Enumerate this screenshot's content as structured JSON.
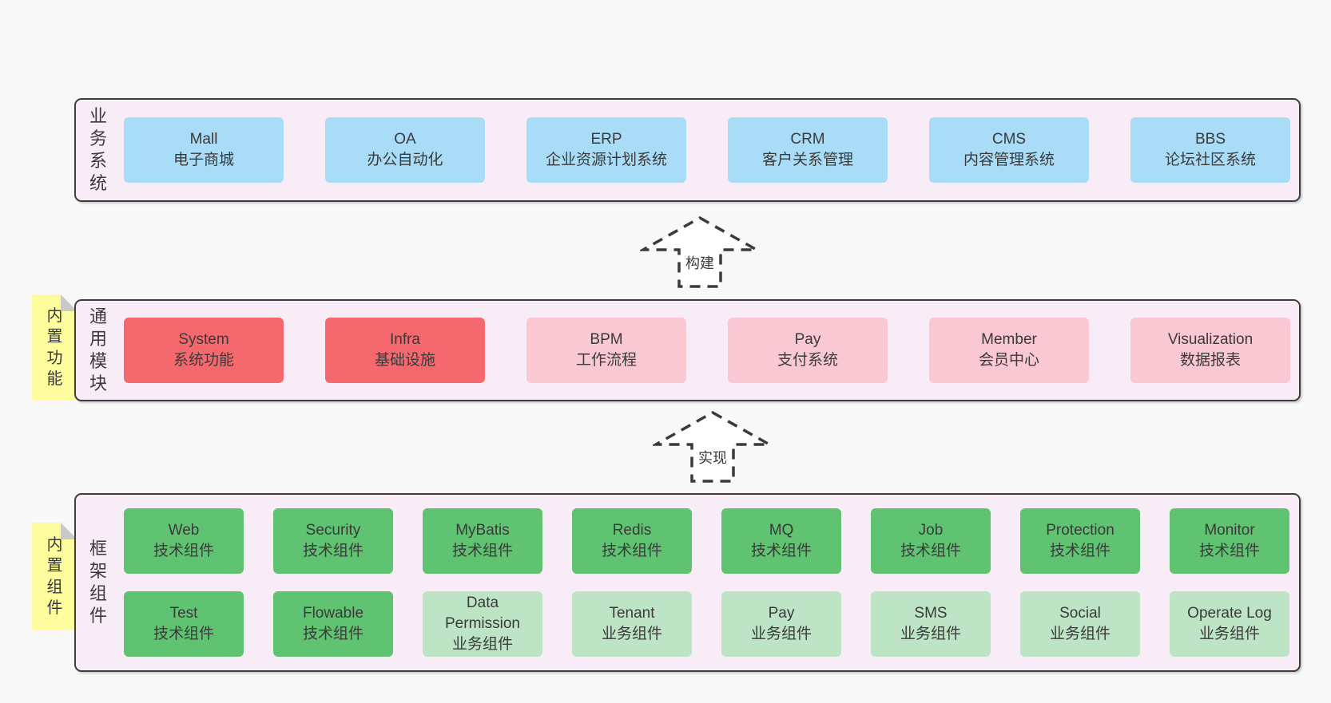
{
  "colors": {
    "page_bg": "#f8f8f8",
    "panel_bg": "#f8edf6",
    "panel_border": "#3d3d3d",
    "blue": "#a9dcf7",
    "red": "#f5696e",
    "pink": "#f9c8d2",
    "green_dark": "#5fc372",
    "green_light": "#bde5c5",
    "yellow": "#fdfd9e",
    "fold": "#c9c9c9",
    "text": "#3a3a3a",
    "arrow": "#3a3a3a"
  },
  "business": {
    "label": "业务系统",
    "boxes": [
      {
        "en": "Mall",
        "zh": "电子商城"
      },
      {
        "en": "OA",
        "zh": "办公自动化"
      },
      {
        "en": "ERP",
        "zh": "企业资源计划系统"
      },
      {
        "en": "CRM",
        "zh": "客户关系管理"
      },
      {
        "en": "CMS",
        "zh": "内容管理系统"
      },
      {
        "en": "BBS",
        "zh": "论坛社区系统"
      }
    ]
  },
  "arrows": {
    "build": "构建",
    "implement": "实现"
  },
  "modules": {
    "label": "通用模块",
    "sticky": "内置功能",
    "boxes": [
      {
        "en": "System",
        "zh": "系统功能"
      },
      {
        "en": "Infra",
        "zh": "基础设施"
      },
      {
        "en": "BPM",
        "zh": "工作流程"
      },
      {
        "en": "Pay",
        "zh": "支付系统"
      },
      {
        "en": "Member",
        "zh": "会员中心"
      },
      {
        "en": "Visualization",
        "zh": "数据报表"
      }
    ]
  },
  "components": {
    "label": "框架组件",
    "sticky": "内置组件",
    "row1": [
      {
        "en": "Web",
        "zh": "技术组件"
      },
      {
        "en": "Security",
        "zh": "技术组件"
      },
      {
        "en": "MyBatis",
        "zh": "技术组件"
      },
      {
        "en": "Redis",
        "zh": "技术组件"
      },
      {
        "en": "MQ",
        "zh": "技术组件"
      },
      {
        "en": "Job",
        "zh": "技术组件"
      },
      {
        "en": "Protection",
        "zh": "技术组件"
      },
      {
        "en": "Monitor",
        "zh": "技术组件"
      }
    ],
    "row2": [
      {
        "en": "Test",
        "zh": "技术组件"
      },
      {
        "en": "Flowable",
        "zh": "技术组件"
      },
      {
        "en": "Data Permission",
        "zh": "业务组件"
      },
      {
        "en": "Tenant",
        "zh": "业务组件"
      },
      {
        "en": "Pay",
        "zh": "业务组件"
      },
      {
        "en": "SMS",
        "zh": "业务组件"
      },
      {
        "en": "Social",
        "zh": "业务组件"
      },
      {
        "en": "Operate Log",
        "zh": "业务组件"
      }
    ]
  }
}
